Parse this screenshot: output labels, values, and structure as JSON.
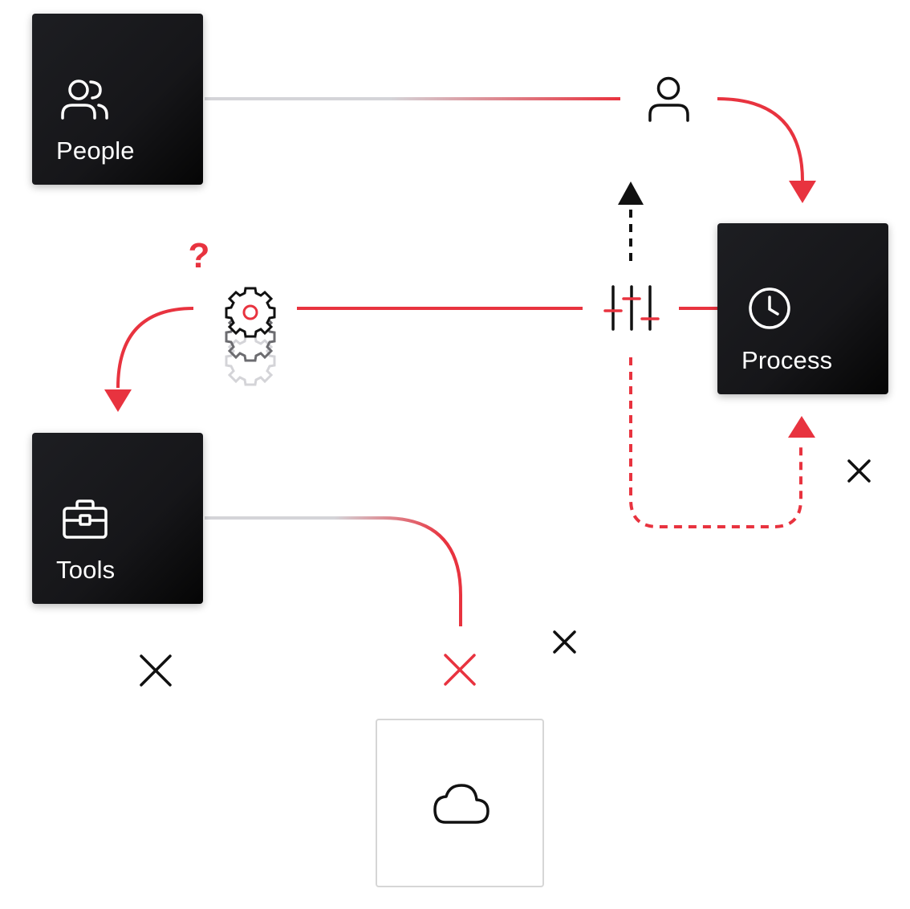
{
  "nodes": {
    "people": {
      "label": "People",
      "icon": "people-icon"
    },
    "process": {
      "label": "Process",
      "icon": "clock-icon"
    },
    "tools": {
      "label": "Tools",
      "icon": "toolbox-icon"
    },
    "cloud": {
      "label": "",
      "icon": "cloud-icon"
    }
  },
  "markers": {
    "question": {
      "text": "?",
      "icon": "question-mark-icon"
    },
    "gears": {
      "icon": "gears-icon"
    },
    "person": {
      "icon": "person-icon"
    },
    "sliders": {
      "icon": "sliders-icon"
    },
    "crosses": [
      "close-icon",
      "close-icon",
      "close-icon",
      "close-icon"
    ]
  },
  "colors": {
    "accent": "#e8333f",
    "dark": "#141416",
    "muted": "#d4d4d8",
    "black": "#111111"
  }
}
